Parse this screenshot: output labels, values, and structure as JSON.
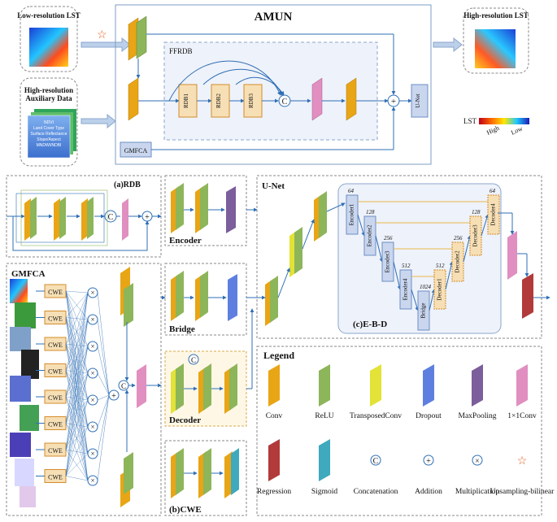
{
  "top": {
    "low_res_title": "Low-resolution LST",
    "high_res_aux_title": "High-resolution Auxiliary Data",
    "aux_lines": [
      "NDVI",
      "Land Cover Type",
      "Surface Reflectance",
      "Slope/Aspect",
      "MNDWI/NDBI"
    ],
    "amun_title": "AMUN",
    "ffrdb_label": "FFRDB",
    "rdb_labels": [
      "RDB1",
      "RDB2",
      "RDB3"
    ],
    "gmfca_label": "GMFCA",
    "unet_label": "U-Net",
    "high_res_output_title": "High-resolution LST",
    "colorbar": {
      "title": "LST",
      "high": "High",
      "low": "Low"
    }
  },
  "rdb_panel": {
    "title": "(a)RDB"
  },
  "gmfca_panel": {
    "title": "GMFCA",
    "cwe_label": "CWE",
    "cwe_count": 8
  },
  "encoder_panel": {
    "title": "Encoder"
  },
  "bridge_panel": {
    "title": "Bridge"
  },
  "decoder_panel": {
    "title": "Decoder"
  },
  "cwe_panel": {
    "title": "(b)CWE"
  },
  "unet_panel": {
    "title": "U-Net",
    "ebd_title": "(c)E-B-D",
    "blocks": [
      {
        "label": "Encoder1",
        "channels": "64"
      },
      {
        "label": "Encoder2",
        "channels": "128"
      },
      {
        "label": "Encoder3",
        "channels": "256"
      },
      {
        "label": "Encoder4",
        "channels": "512"
      },
      {
        "label": "Bridge",
        "channels": "1024"
      },
      {
        "label": "Decoder1",
        "channels": "512"
      },
      {
        "label": "Decoder2",
        "channels": "256"
      },
      {
        "label": "Decoder3",
        "channels": "128"
      },
      {
        "label": "Decoder4",
        "channels": "64"
      }
    ]
  },
  "legend": {
    "title": "Legend",
    "items": [
      {
        "label": "Conv",
        "color": "#e8a515"
      },
      {
        "label": "ReLU",
        "color": "#8db55a"
      },
      {
        "label": "TransposedConv",
        "color": "#e3e236"
      },
      {
        "label": "Dropout",
        "color": "#5f7fe0"
      },
      {
        "label": "MaxPooling",
        "color": "#7b5e9b"
      },
      {
        "label": "1×1Conv",
        "color": "#e08fc0"
      },
      {
        "label": "Regression",
        "color": "#b23a3a"
      },
      {
        "label": "Sigmoid",
        "color": "#3fa9bd"
      },
      {
        "label": "Concatenation",
        "symbol": "C"
      },
      {
        "label": "Addition",
        "symbol": "+"
      },
      {
        "label": "Multiplication",
        "symbol": "×"
      },
      {
        "label": "Upsampling-bilinear",
        "symbol": "☆"
      }
    ]
  }
}
